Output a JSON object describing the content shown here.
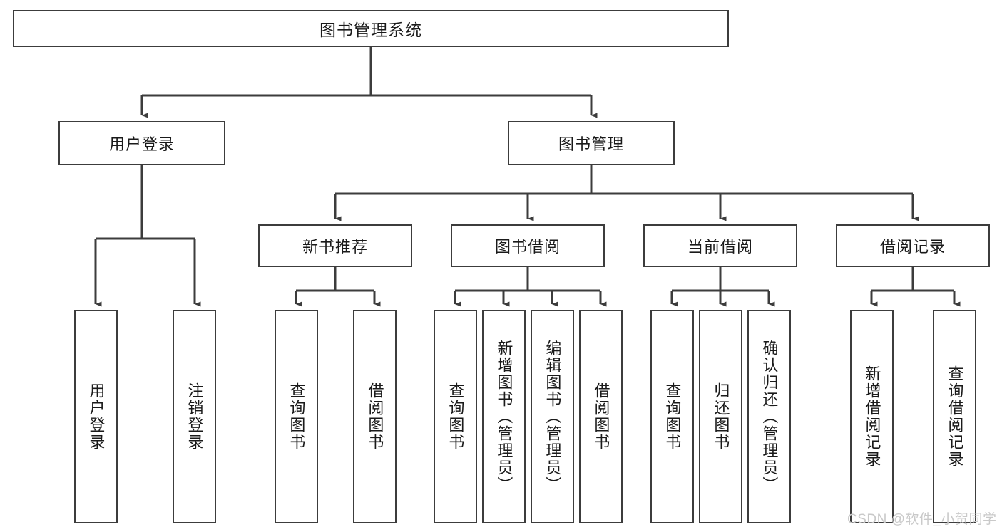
{
  "diagram": {
    "title": "图书管理系统",
    "type": "hierarchy-tree",
    "watermark": "CSDN @软件_小贺同学",
    "colors": {
      "stroke": "#3c3c3c",
      "fill": "#ffffff",
      "text": "#1a1a1a",
      "watermark": "#c9c9c9"
    },
    "levels": {
      "root": {
        "label": "图书管理系统"
      },
      "level2": [
        {
          "label": "用户登录"
        },
        {
          "label": "图书管理"
        }
      ],
      "level3": [
        {
          "label": "新书推荐"
        },
        {
          "label": "图书借阅"
        },
        {
          "label": "当前借阅"
        },
        {
          "label": "借阅记录"
        }
      ],
      "leaves": {
        "user_login": [
          {
            "label": "用户登录"
          },
          {
            "label": "注销登录"
          }
        ],
        "new_book_recommend": [
          {
            "label": "查询图书"
          },
          {
            "label": "借阅图书"
          }
        ],
        "book_borrow": [
          {
            "label": "查询图书"
          },
          {
            "label": "新增图书（管理员）"
          },
          {
            "label": "编辑图书（管理员）"
          },
          {
            "label": "借阅图书"
          }
        ],
        "current_borrow": [
          {
            "label": "查询图书"
          },
          {
            "label": "归还图书"
          },
          {
            "label": "确认归还（管理员）"
          }
        ],
        "borrow_record": [
          {
            "label": "新增借阅记录"
          },
          {
            "label": "查询借阅记录"
          }
        ]
      }
    }
  }
}
